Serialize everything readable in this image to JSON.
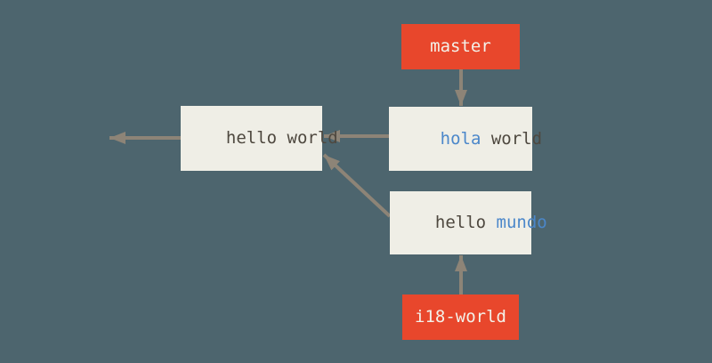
{
  "colors": {
    "background": "#4D656E",
    "box-fill": "#EFEEE6",
    "branch-red": "#E8472C",
    "text-dark": "#4E483F",
    "text-blue": "#4B87CA",
    "branch-text": "#F3F1E9",
    "arrow": "#8D8477"
  },
  "diagram": {
    "type": "git-commit-graph",
    "nodes": [
      {
        "id": "master",
        "type": "branch-label",
        "label": "master"
      },
      {
        "id": "hola-world",
        "type": "commit",
        "parts": [
          {
            "text": "hola",
            "tone": "blue"
          },
          {
            "text": " world",
            "tone": "dark"
          }
        ]
      },
      {
        "id": "hello-world",
        "type": "commit",
        "parts": [
          {
            "text": "hello world",
            "tone": "dark"
          }
        ]
      },
      {
        "id": "hello-mundo",
        "type": "commit",
        "parts": [
          {
            "text": "hello ",
            "tone": "dark"
          },
          {
            "text": "mundo",
            "tone": "blue"
          }
        ]
      },
      {
        "id": "i18-world",
        "type": "branch-label",
        "label": "i18-world"
      }
    ],
    "edges": [
      {
        "from": "master",
        "to": "hola-world"
      },
      {
        "from": "hola-world",
        "to": "hello-world"
      },
      {
        "from": "hello-world",
        "to": "earlier-history"
      },
      {
        "from": "hello-mundo",
        "to": "hello-world"
      },
      {
        "from": "i18-world",
        "to": "hello-mundo"
      }
    ]
  }
}
